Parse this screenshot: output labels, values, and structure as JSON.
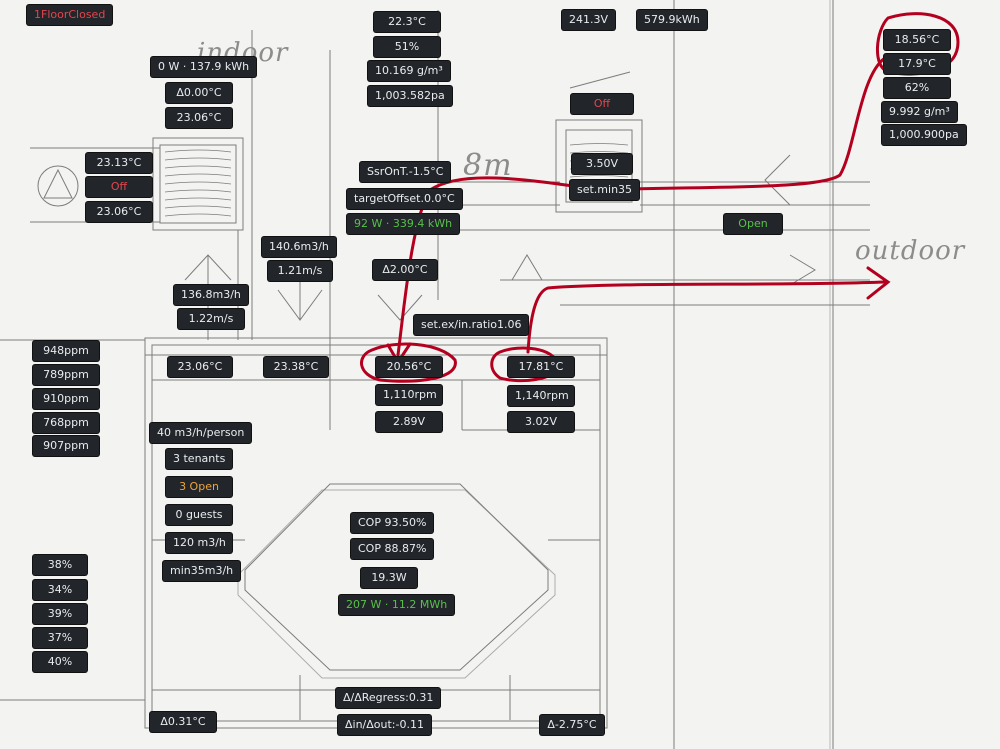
{
  "colors": {
    "background": "#f3f3f1",
    "label_bg": "#22262b",
    "label_text": "#e9ecef",
    "off": "#e4454d",
    "on": "#58c04a",
    "warn": "#f0a43a",
    "annotation": "#b3001f"
  },
  "header": {
    "status_badge": "1FloorClosed"
  },
  "zones": {
    "indoor": "indoor",
    "outdoor": "outdoor",
    "height_mark": "8m"
  },
  "top": {
    "voltage": "241.3V",
    "energy": "579.9kWh"
  },
  "outdoor": {
    "temp1": "18.56°C",
    "temp2": "17.9°C",
    "humidity": "62%",
    "abs_humidity": "9.992 g/m³",
    "pressure": "1,000.900pa",
    "damper": "Open"
  },
  "indoor": {
    "temp": "22.3°C",
    "humidity": "51%",
    "abs_humidity": "10.169 g/m³",
    "pressure": "1,003.582pa"
  },
  "heater": {
    "power": "0 W · 137.9 kWh",
    "delta": "Δ0.00°C",
    "temp_top": "23.06°C",
    "temp_in": "23.13°C",
    "state": "Off",
    "temp_out": "23.06°C"
  },
  "bypass": {
    "state": "Off",
    "voltage": "3.50V",
    "setting": "set.min35"
  },
  "control": {
    "ssr": "SsrOnT.-1.5°C",
    "target_offset": "targetOffset.0.0°C",
    "power": "92 W · 339.4 kWh",
    "delta": "Δ2.00°C",
    "ratio": "set.ex/in.ratio1.06"
  },
  "supply_duct": {
    "flow": "140.6m3/h",
    "speed": "1.21m/s"
  },
  "extract_duct": {
    "flow": "136.8m3/h",
    "speed": "1.22m/s"
  },
  "ahu": {
    "temp_a": "23.06°C",
    "temp_b": "23.38°C",
    "supply_temp": "20.56°C",
    "supply_rpm": "1,110rpm",
    "supply_volt": "2.89V",
    "exhaust_temp": "17.81°C",
    "exhaust_rpm": "1,140rpm",
    "exhaust_volt": "3.02V"
  },
  "occupancy": {
    "per_person": "40 m3/h/person",
    "tenants": "3 tenants",
    "open": "3 Open",
    "guests": "0 guests",
    "flow": "120 m3/h",
    "min": "min35m3/h"
  },
  "co2": [
    "948ppm",
    "789ppm",
    "910ppm",
    "768ppm",
    "907ppm"
  ],
  "humidity_rooms": [
    "38%",
    "34%",
    "39%",
    "37%",
    "40%"
  ],
  "exchanger": {
    "cop1": "COP 93.50%",
    "cop2": "COP 88.87%",
    "power": "19.3W",
    "energy": "207 W · 11.2 MWh"
  },
  "bottom": {
    "delta_left": "Δ0.31°C",
    "regress": "Δ/ΔRegress:0.31",
    "in_out": "Δin/Δout:-0.11",
    "delta_right": "Δ-2.75°C"
  }
}
